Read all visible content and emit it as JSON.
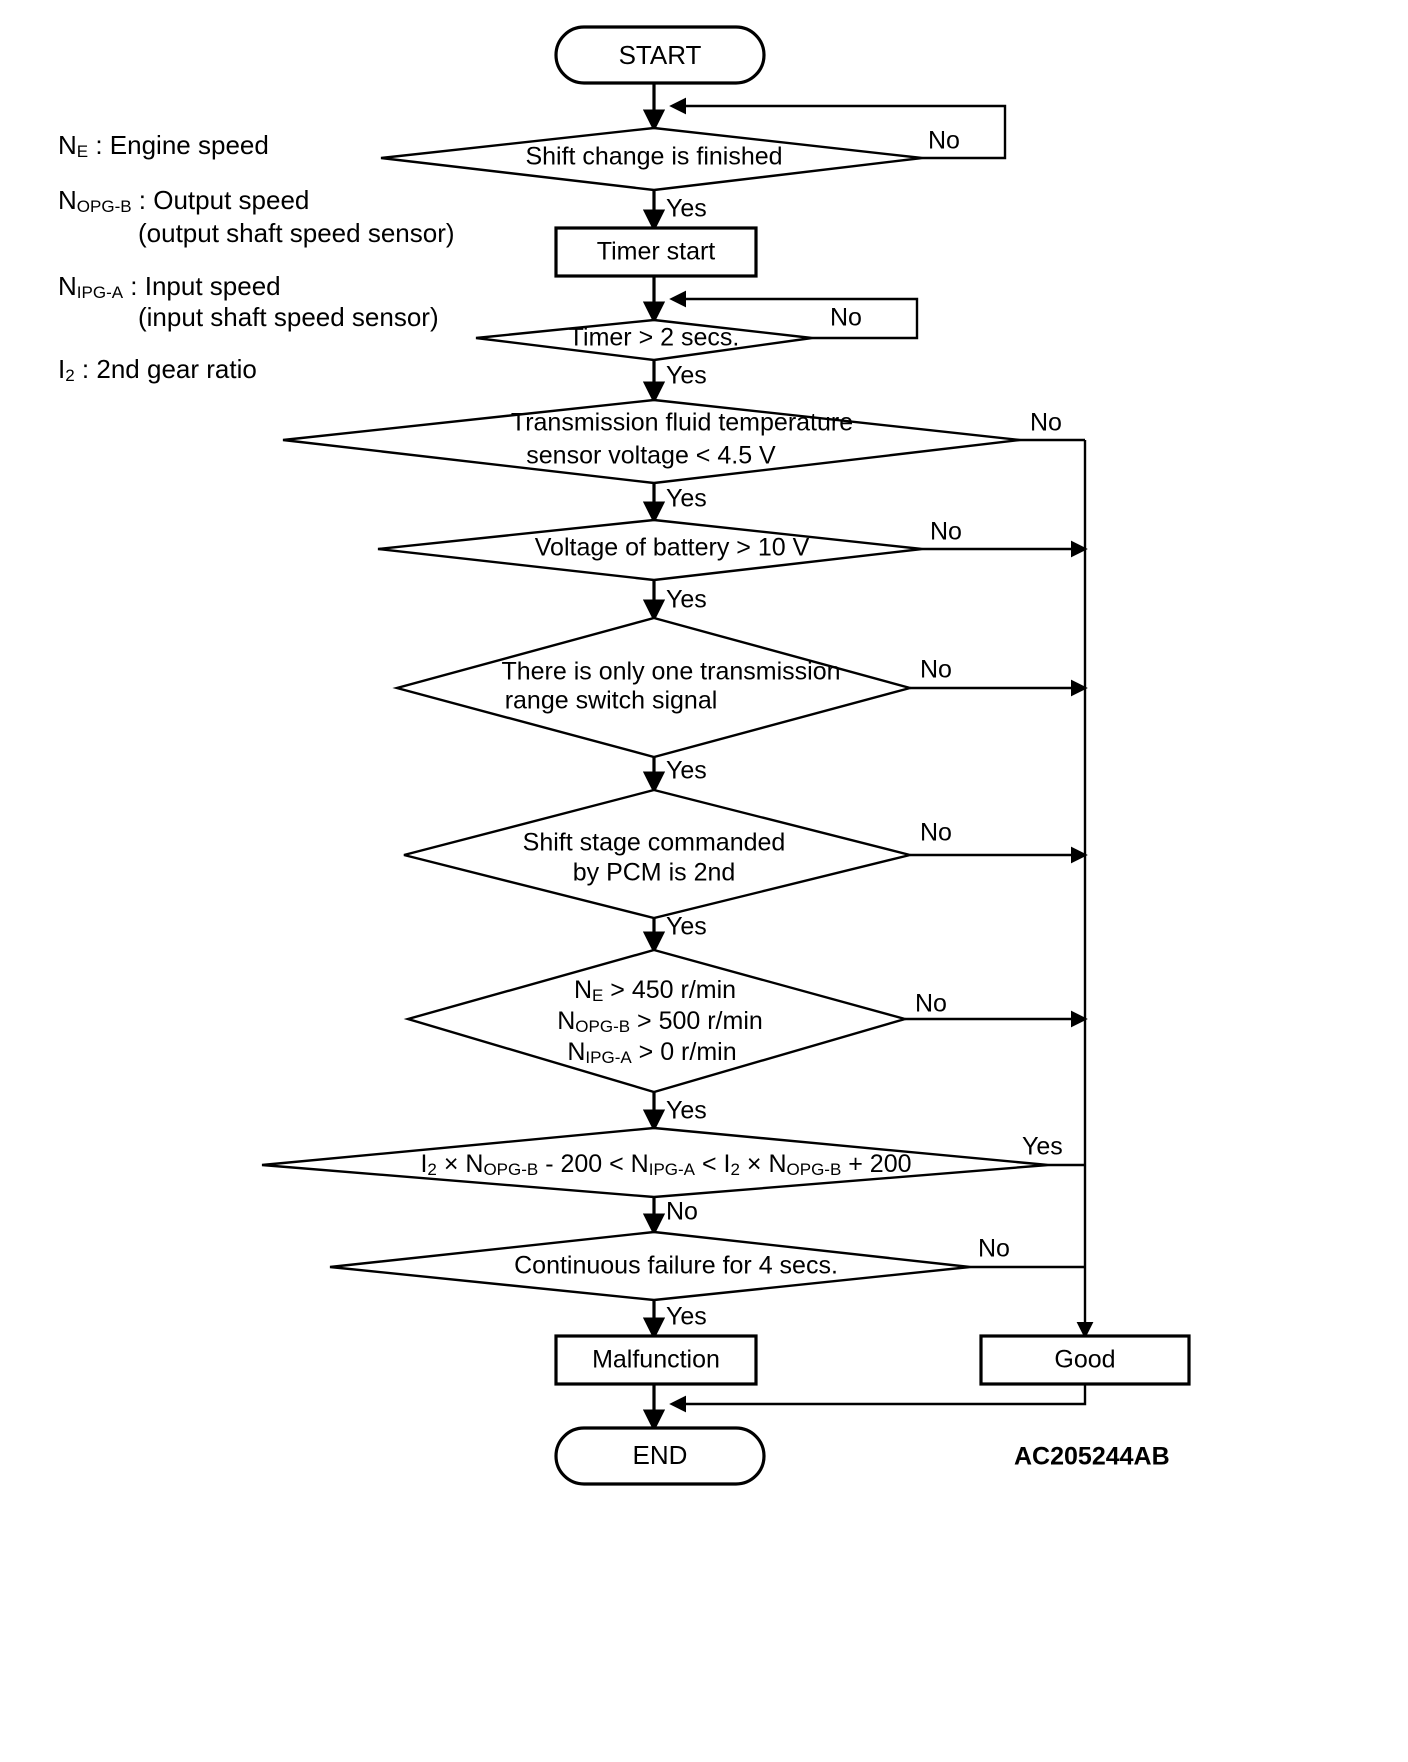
{
  "diagram": {
    "title": "Transmission 2nd gear ratio malfunction detection flowchart",
    "code_label": "AC205244AB",
    "colors": {
      "line": "#000000",
      "fill": "#ffffff",
      "text": "#000000"
    }
  },
  "legend": [
    {
      "symbol": "N",
      "subscript": "E",
      "separator": " : ",
      "text": "Engine speed",
      "note": ""
    },
    {
      "symbol": "N",
      "subscript": "OPG-B",
      "separator": " : ",
      "text": "Output speed",
      "note": "(output shaft speed sensor)"
    },
    {
      "symbol": "N",
      "subscript": "IPG-A",
      "separator": " : ",
      "text": "Input speed",
      "note": "(input shaft speed sensor)"
    },
    {
      "symbol": "I",
      "subscript": "2",
      "separator": " : ",
      "text": "2nd gear ratio",
      "note": ""
    }
  ],
  "nodes": {
    "start": {
      "type": "terminator",
      "label": "START"
    },
    "shift_change": {
      "type": "decision",
      "label": "Shift change is finished"
    },
    "timer_start": {
      "type": "process",
      "label": "Timer start"
    },
    "timer_2s": {
      "type": "decision",
      "label": "Timer > 2 secs."
    },
    "fluid_temp": {
      "type": "decision",
      "line1": "Transmission fluid temperature",
      "line2": "sensor voltage < 4.5 V"
    },
    "battery": {
      "type": "decision",
      "label": "Voltage of battery > 10 V"
    },
    "range_switch": {
      "type": "decision",
      "line1": "There is only one transmission",
      "line2": "range switch signal"
    },
    "shift_stage": {
      "type": "decision",
      "line1": "Shift stage commanded",
      "line2": "by PCM is 2nd"
    },
    "speeds": {
      "type": "decision",
      "line1": {
        "sym": "N",
        "sub": "E",
        "rest": " > 450 r/min"
      },
      "line2": {
        "sym": "N",
        "sub": "OPG-B",
        "rest": " > 500 r/min"
      },
      "line3": {
        "sym": "N",
        "sub": "IPG-A",
        "rest": " > 0 r/min"
      }
    },
    "ratio": {
      "type": "decision",
      "parts": [
        {
          "sym": "I",
          "sub": "2"
        },
        {
          "sym": "",
          "sub": "",
          "rest": " × "
        },
        {
          "sym": "N",
          "sub": "OPG-B"
        },
        {
          "sym": "",
          "sub": "",
          "rest": " - 200 < "
        },
        {
          "sym": "N",
          "sub": "IPG-A"
        },
        {
          "sym": "",
          "sub": "",
          "rest": " < "
        },
        {
          "sym": "I",
          "sub": "2"
        },
        {
          "sym": "",
          "sub": "",
          "rest": " × "
        },
        {
          "sym": "N",
          "sub": "OPG-B"
        },
        {
          "sym": "",
          "sub": "",
          "rest": " + 200"
        }
      ],
      "plain": "I2 × NOPG-B - 200 < NIPG-A < I2 × NOPG-B + 200"
    },
    "continuous": {
      "type": "decision",
      "label": "Continuous failure for 4 secs."
    },
    "malfunction": {
      "type": "process",
      "label": "Malfunction"
    },
    "good": {
      "type": "process",
      "label": "Good"
    },
    "end": {
      "type": "terminator",
      "label": "END"
    }
  },
  "edge_labels": {
    "shift_change_no": "No",
    "shift_change_yes": "Yes",
    "timer_no": "No",
    "timer_yes": "Yes",
    "fluid_no": "No",
    "fluid_yes": "Yes",
    "battery_no": "No",
    "battery_yes": "Yes",
    "range_no": "No",
    "range_yes": "Yes",
    "stage_no": "No",
    "stage_yes": "Yes",
    "speeds_no": "No",
    "speeds_yes": "Yes",
    "ratio_yes": "Yes",
    "ratio_no": "No",
    "continuous_no": "No",
    "continuous_yes": "Yes"
  }
}
